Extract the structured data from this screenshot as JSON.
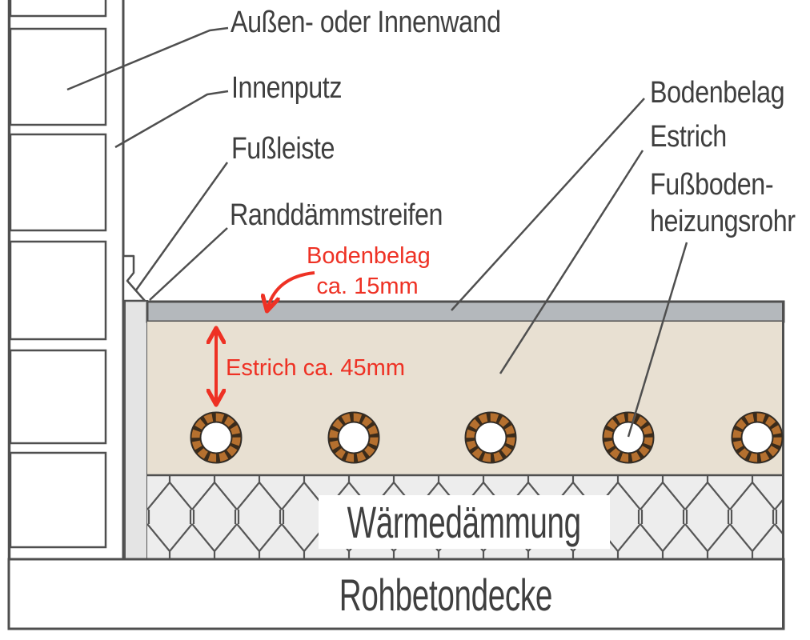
{
  "colors": {
    "ink": "#3f3f3f",
    "line": "#4f4f4f",
    "accent_red": "#ee3124",
    "screed_fill": "#e8e0d2",
    "covering_fill": "#b4b8bc",
    "edge_strip_fill": "#e4e4e4",
    "insulation_fill": "#ededed",
    "slab_fill": "#ffffff",
    "wall_block_fill": "#ffffff",
    "pipe_bead": "#b5702f",
    "pipe_ring": "#3a2b1b"
  },
  "labels": {
    "wall": "Außen- oder Innenwand",
    "plaster": "Innenputz",
    "skirting": "Fußleiste",
    "edge_strip": "Randdämmstreifen",
    "floor_covering": "Bodenbelag",
    "screed": "Estrich",
    "heating_pipe_line1": "Fußboden-",
    "heating_pipe_line2": "heizungsrohr",
    "insulation": "Wärmedämmung",
    "concrete_slab": "Rohbetondecke"
  },
  "annotations": {
    "covering_label": "Bodenbelag",
    "covering_thickness": "ca. 15mm",
    "screed_thickness": "Estrich ca. 45mm"
  }
}
